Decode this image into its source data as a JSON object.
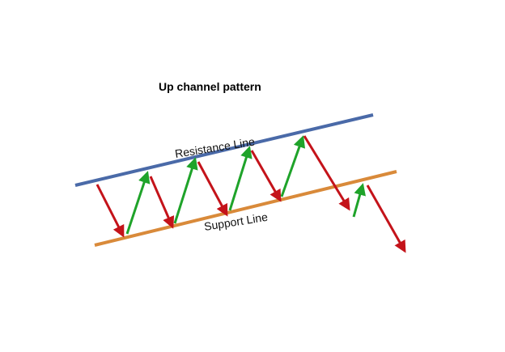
{
  "diagram": {
    "title": "Up channel pattern",
    "resistance_label": "Resistance Line",
    "support_label": "Support Line",
    "colors": {
      "resistance": "#4a6aa8",
      "support": "#d98a3a",
      "up_arrow": "#1fa32a",
      "down_arrow": "#c4131a"
    }
  }
}
